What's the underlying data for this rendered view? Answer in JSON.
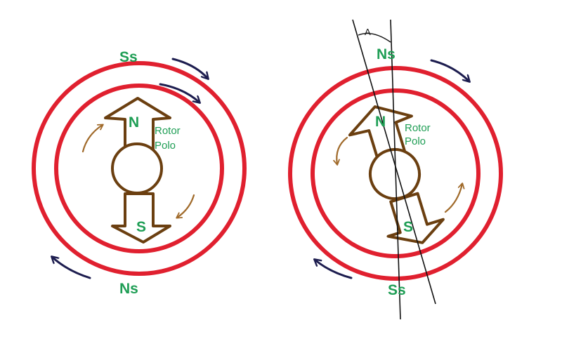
{
  "colors": {
    "stator_ring": "#e0202f",
    "rotor": "#6b3f10",
    "label": "#1f9e55",
    "field_arrow": "#1d1d4f",
    "rotation_arrow": "#a06a2a",
    "axis_line": "#111111"
  },
  "diagrams": [
    {
      "stator_top": "Ss",
      "stator_bottom": "Ns",
      "rotor_north": "N",
      "rotor_south": "S",
      "rotor_caption_line1": "Rotor",
      "rotor_caption_line2": "Polo"
    },
    {
      "stator_top": "Ns",
      "stator_bottom": "Ss",
      "rotor_north": "N",
      "rotor_south": "S",
      "rotor_caption_line1": "Rotor",
      "rotor_caption_line2": "Polo",
      "angle_label": "A"
    }
  ]
}
